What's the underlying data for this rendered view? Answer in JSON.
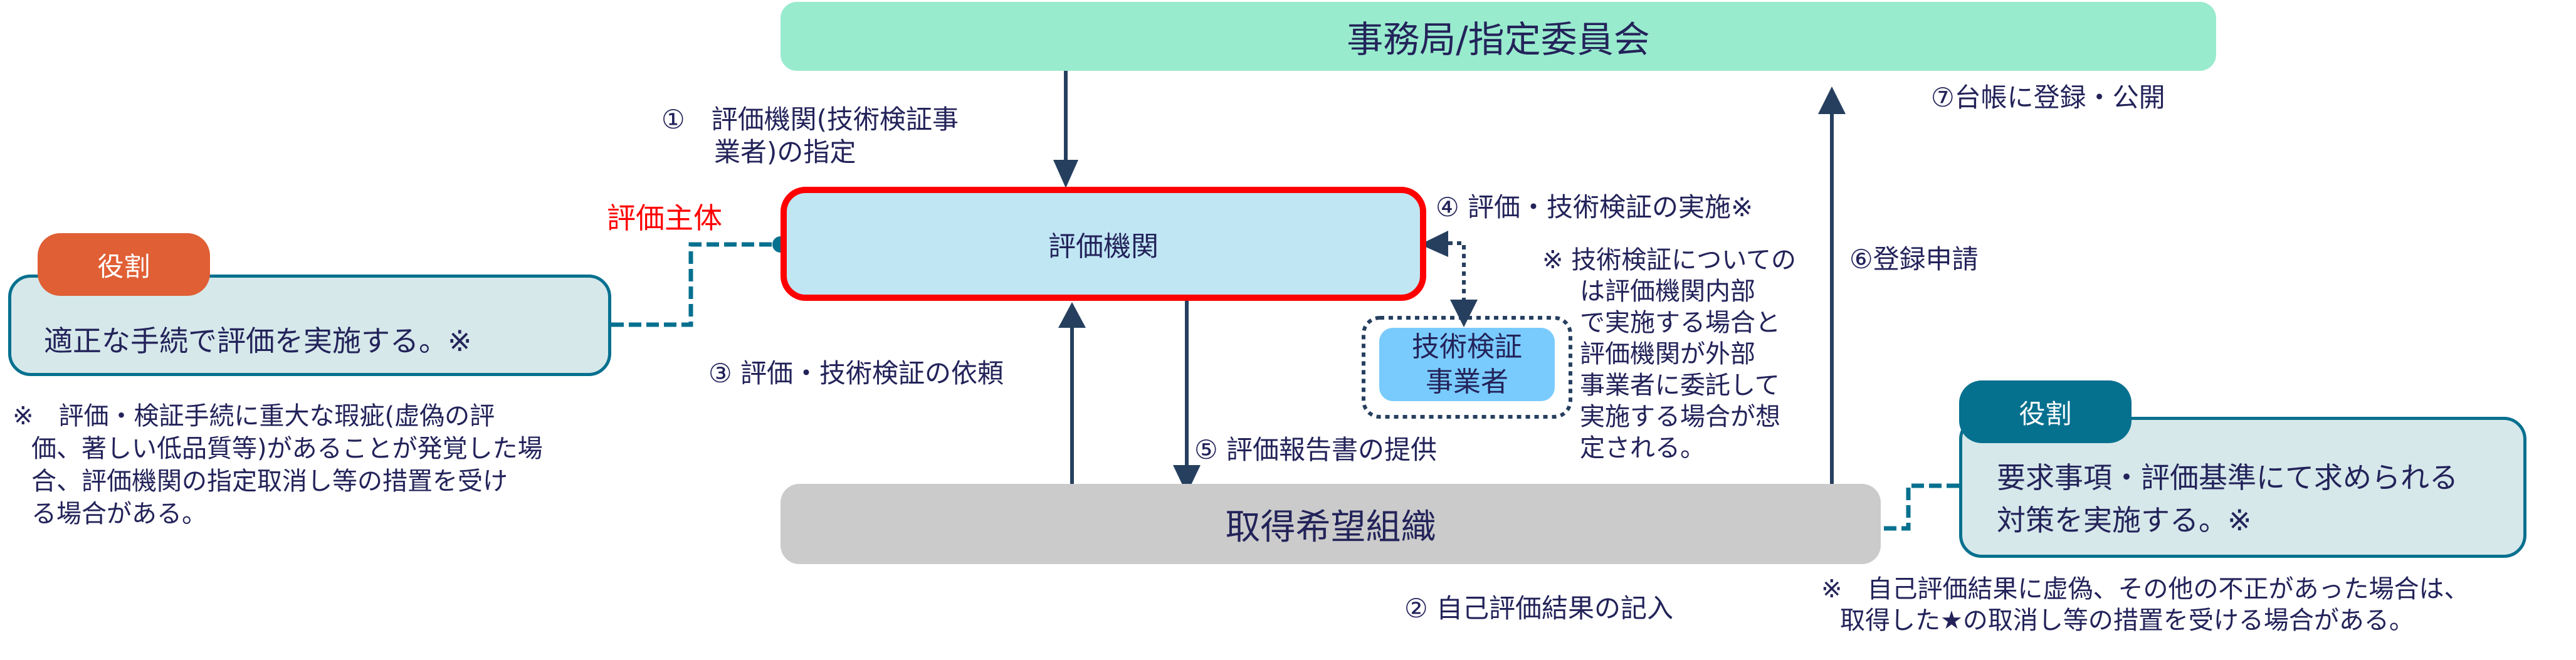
{
  "nodes": {
    "secretariat": "事務局/指定委員会",
    "evaluation_body": "評価機関",
    "applicant": "取得希望組織",
    "tech_vendor": [
      "技術検証",
      "事業者"
    ]
  },
  "evaluation_subject_label": "評価主体",
  "steps": {
    "step1": [
      "①　評価機関(技術検証事",
      "　　業者)の指定"
    ],
    "step2": "② 自己評価結果の記入",
    "step3": "③ 評価・技術検証の依頼",
    "step4": "④ 評価・技術検証の実施※",
    "step5": "⑤ 評価報告書の提供",
    "step6": "⑥登録申請",
    "step7": "⑦台帳に登録・公開"
  },
  "roles": {
    "left": {
      "badge": "役割",
      "text": "適正な手続で評価を実施する。※"
    },
    "right": {
      "badge": "役割",
      "text": [
        "要求事項・評価基準にて求められる",
        "対策を実施する。※"
      ]
    }
  },
  "notes": {
    "tech_note": [
      "※ 技術検証についての",
      "は評価機関内部",
      "で実施する場合と",
      "評価機関が外部",
      "事業者に委託して",
      "実施する場合が想",
      "定される。"
    ],
    "left_note": [
      "※　評価・検証手続に重大な瑕疵(虚偽の評",
      "価、著しい低品質等)があることが発覚した場",
      "合、評価機関の指定取消し等の措置を受け",
      "る場合がある。"
    ],
    "right_note": [
      "※　自己評価結果に虚偽、その他の不正があった場合は、",
      "取得した★の取消し等の措置を受ける場合がある。"
    ]
  },
  "colors": {
    "secretariat_fill": "#99EBCE",
    "evaluation_body_fill": "#C0E6F4",
    "evaluation_body_border": "#FF0000",
    "applicant_fill": "#CBCBCB",
    "tech_vendor_fill": "#7ACBFD",
    "role_box_fill": "#D6E8EA",
    "role_box_border": "#06708F",
    "left_badge": "#E05F35",
    "right_badge": "#06708F",
    "arrow": "#263F5F",
    "text": "#23235A"
  }
}
